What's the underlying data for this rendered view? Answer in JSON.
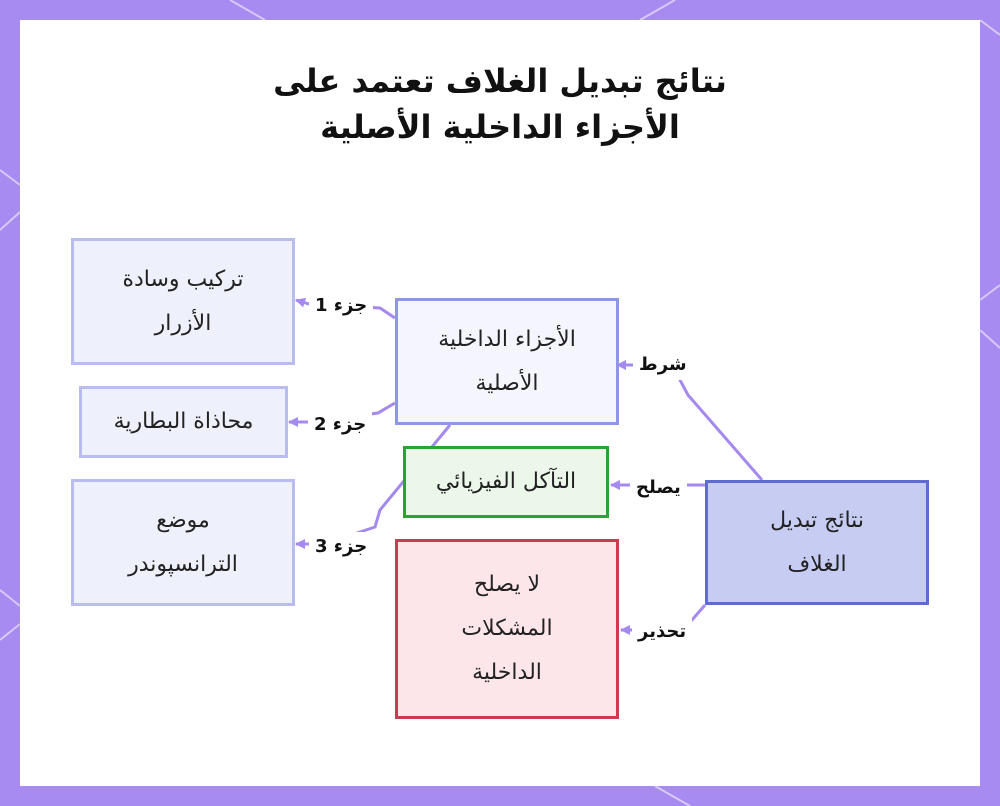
{
  "title": {
    "line1": "نتائج تبديل الغلاف تعتمد على",
    "line2": "الأجزاء الداخلية الأصلية"
  },
  "colors": {
    "frame": "#a78bf0",
    "edge": "#a489ef",
    "main_fill": "#c7cdf2",
    "main_border": "#5f6ad2",
    "green_border": "#2aa532",
    "red_border": "#d03a50"
  },
  "nodes": {
    "case_swap": {
      "line1": "نتائج تبديل",
      "line2": "الغلاف"
    },
    "original_parts": {
      "line1": "الأجزاء الداخلية",
      "line2": "الأصلية"
    },
    "physical_wear": {
      "line1": "التآكل الفيزيائي"
    },
    "no_fix": {
      "line1": "لا يصلح",
      "line2": "المشكلات",
      "line3": "الداخلية"
    },
    "button_pad": {
      "line1": "تركيب وسادة",
      "line2": "الأزرار"
    },
    "battery_contacts": {
      "line1": "محاذاة البطارية"
    },
    "transponder": {
      "line1": "موضع",
      "line2": "الترانسپوندر"
    }
  },
  "edges": {
    "condition": "شرط",
    "fixes": "يصلح",
    "warning": "تحذير",
    "part1": "جزء 1",
    "part2": "جزء 2",
    "part3": "جزء 3"
  }
}
